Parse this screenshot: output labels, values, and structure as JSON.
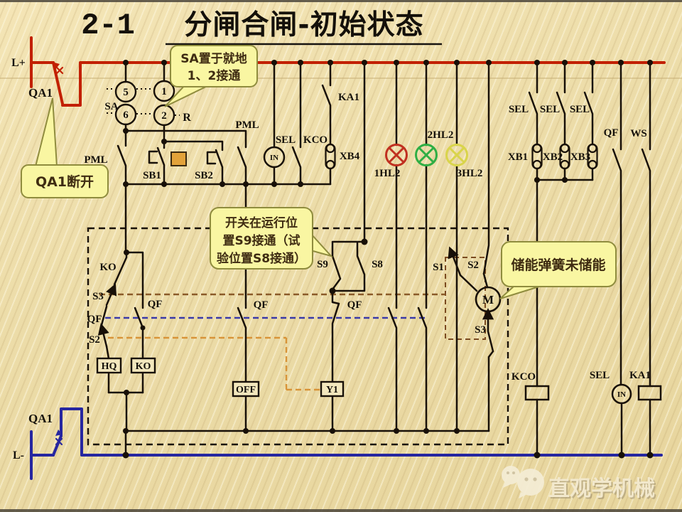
{
  "slide": {
    "title_num": "2-1",
    "title": "分闸合闸-初始状态",
    "watermark": "直观学机械"
  },
  "callouts": {
    "sa_local": {
      "line1": "SA置于就地",
      "line2": "1、2接通"
    },
    "qa1_open": {
      "text": "QA1断开"
    },
    "s9_note": {
      "line1": "开关在运行位",
      "line2": "置S9接通（试",
      "line3": "验位置S8接通）"
    },
    "spring": {
      "text": "储能弹簧未储能"
    }
  },
  "labels": {
    "l_plus": "L+",
    "l_minus": "L-",
    "qa1_top": "QA1",
    "qa1_bottom": "QA1",
    "sa": "SA",
    "c5": "5",
    "c1": "1",
    "c6": "6",
    "c2": "2",
    "r": "R",
    "pml_left": "PML",
    "pml_right": "PML",
    "sb1": "SB1",
    "sb2": "SB2",
    "sel_top": "SEL",
    "kco_top": "KCO",
    "in_top": "IN",
    "ka1_switch": "KA1",
    "xb4": "XB4",
    "hl1": "1HL2",
    "hl2": "2HL2",
    "hl3": "3HL2",
    "sel1": "SEL",
    "sel2": "SEL",
    "sel3": "SEL",
    "xb1": "XB1",
    "xb2": "XB2",
    "xb3": "XB3",
    "qf_top": "QF",
    "ws": "WS",
    "ko_switch": "KO",
    "s3_chain": "S3",
    "qf_chain": "QF",
    "s2_chain": "S2",
    "qf_branch": "QF",
    "hq": "HQ",
    "ko_box": "KO",
    "qf_off": "QF",
    "off": "OFF",
    "s9": "S9",
    "s8": "S8",
    "qf_y1": "QF",
    "y1": "Y1",
    "s1": "S1",
    "s2_motor": "S2",
    "m": "M",
    "s3_motor": "S3",
    "kco_coil": "KCO",
    "sel_bottom": "SEL",
    "in_bottom": "IN",
    "ka1_coil": "KA1"
  },
  "colors": {
    "rail_positive": "#c22000",
    "rail_negative": "#2626a0",
    "wire": "#181008",
    "lamp_red": "#c03020",
    "lamp_green": "#2fae44",
    "lamp_yellow": "#d9d44b",
    "callout_bg": "#f9f6a2",
    "callout_border": "#8f8c3e",
    "highlight_square": "#e2a23a",
    "dashed_brown": "#8a5a28",
    "dashed_blue": "#3a3aa8",
    "dashed_orange": "#d89438"
  }
}
